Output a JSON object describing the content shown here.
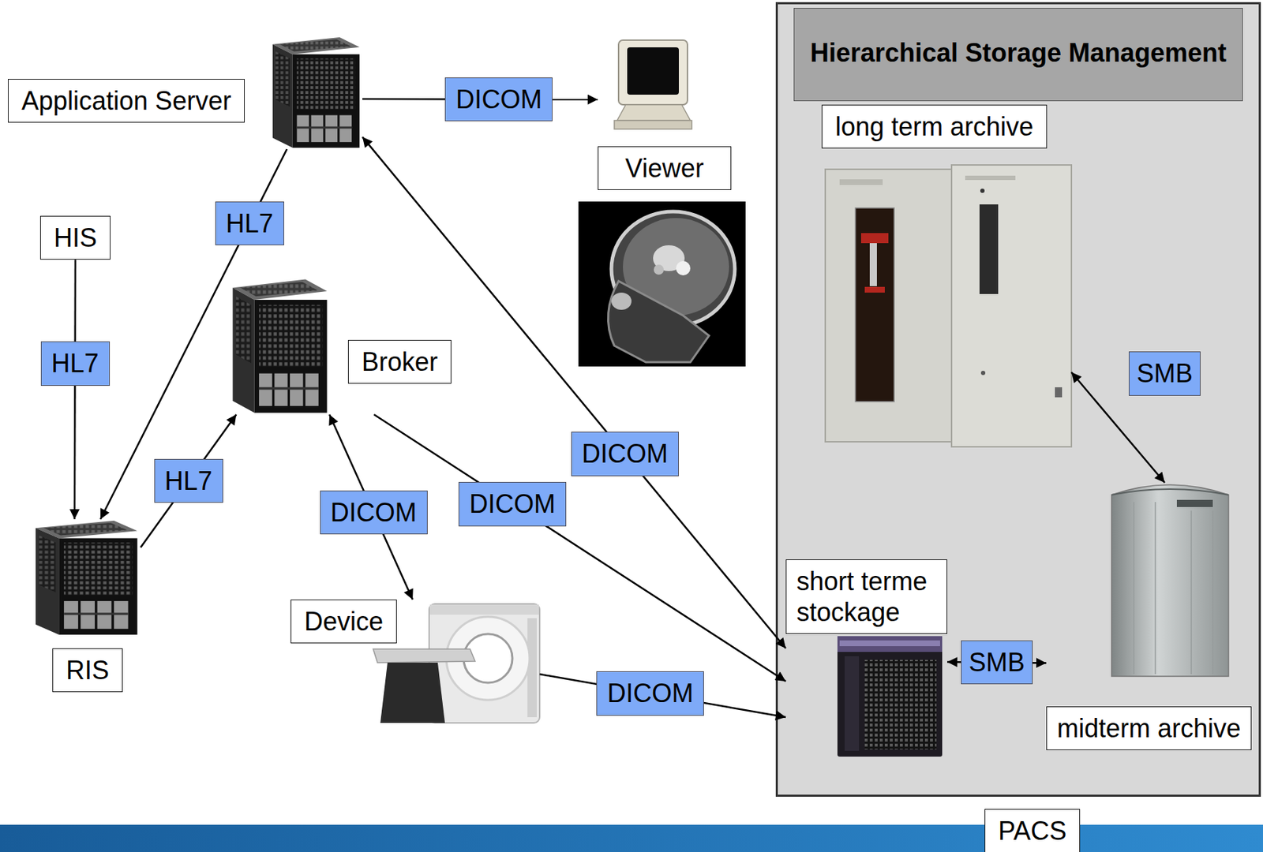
{
  "diagram": {
    "nodes": [
      {
        "text": [
          "Application Server"
        ]
      },
      {
        "text": [
          "Viewer"
        ]
      },
      {
        "text": [
          "Hierarchical Storage Management"
        ]
      },
      {
        "text": [
          "long term archive"
        ],
        "in": 2
      },
      {
        "text": [
          "HIS"
        ]
      },
      {
        "text": [
          "Broker"
        ]
      },
      {
        "text": [
          "short terme stockage"
        ],
        "in": 2
      },
      {
        "text": [
          "midterm archive"
        ],
        "in": 2
      },
      {
        "text": [
          "Device"
        ]
      },
      {
        "text": [
          "RIS"
        ]
      }
    ],
    "edges": [
      {
        "from": 0,
        "to": 1,
        "label": "DICOM",
        "arrow": "to"
      },
      {
        "from": 0,
        "to": 9,
        "label": "HL7",
        "arrow": "to"
      },
      {
        "from": 4,
        "to": 9,
        "label": "HL7",
        "arrow": "to"
      },
      {
        "from": 9,
        "to": 5,
        "label": "HL7",
        "arrow": "to"
      },
      {
        "from": 5,
        "to": 8,
        "label": "DICOM",
        "arrow": "both"
      },
      {
        "from": 5,
        "to": 6,
        "label": "DICOM",
        "arrow": "to"
      },
      {
        "from": 0,
        "to": 6,
        "label": "DICOM",
        "arrow": "both"
      },
      {
        "from": 8,
        "to": 6,
        "label": "DICOM",
        "arrow": "to"
      },
      {
        "from": 3,
        "to": 7,
        "label": "SMB",
        "arrow": "both"
      },
      {
        "from": 6,
        "to": 7,
        "label": "SMB",
        "arrow": "both"
      }
    ],
    "labels": [
      "PACS"
    ]
  }
}
